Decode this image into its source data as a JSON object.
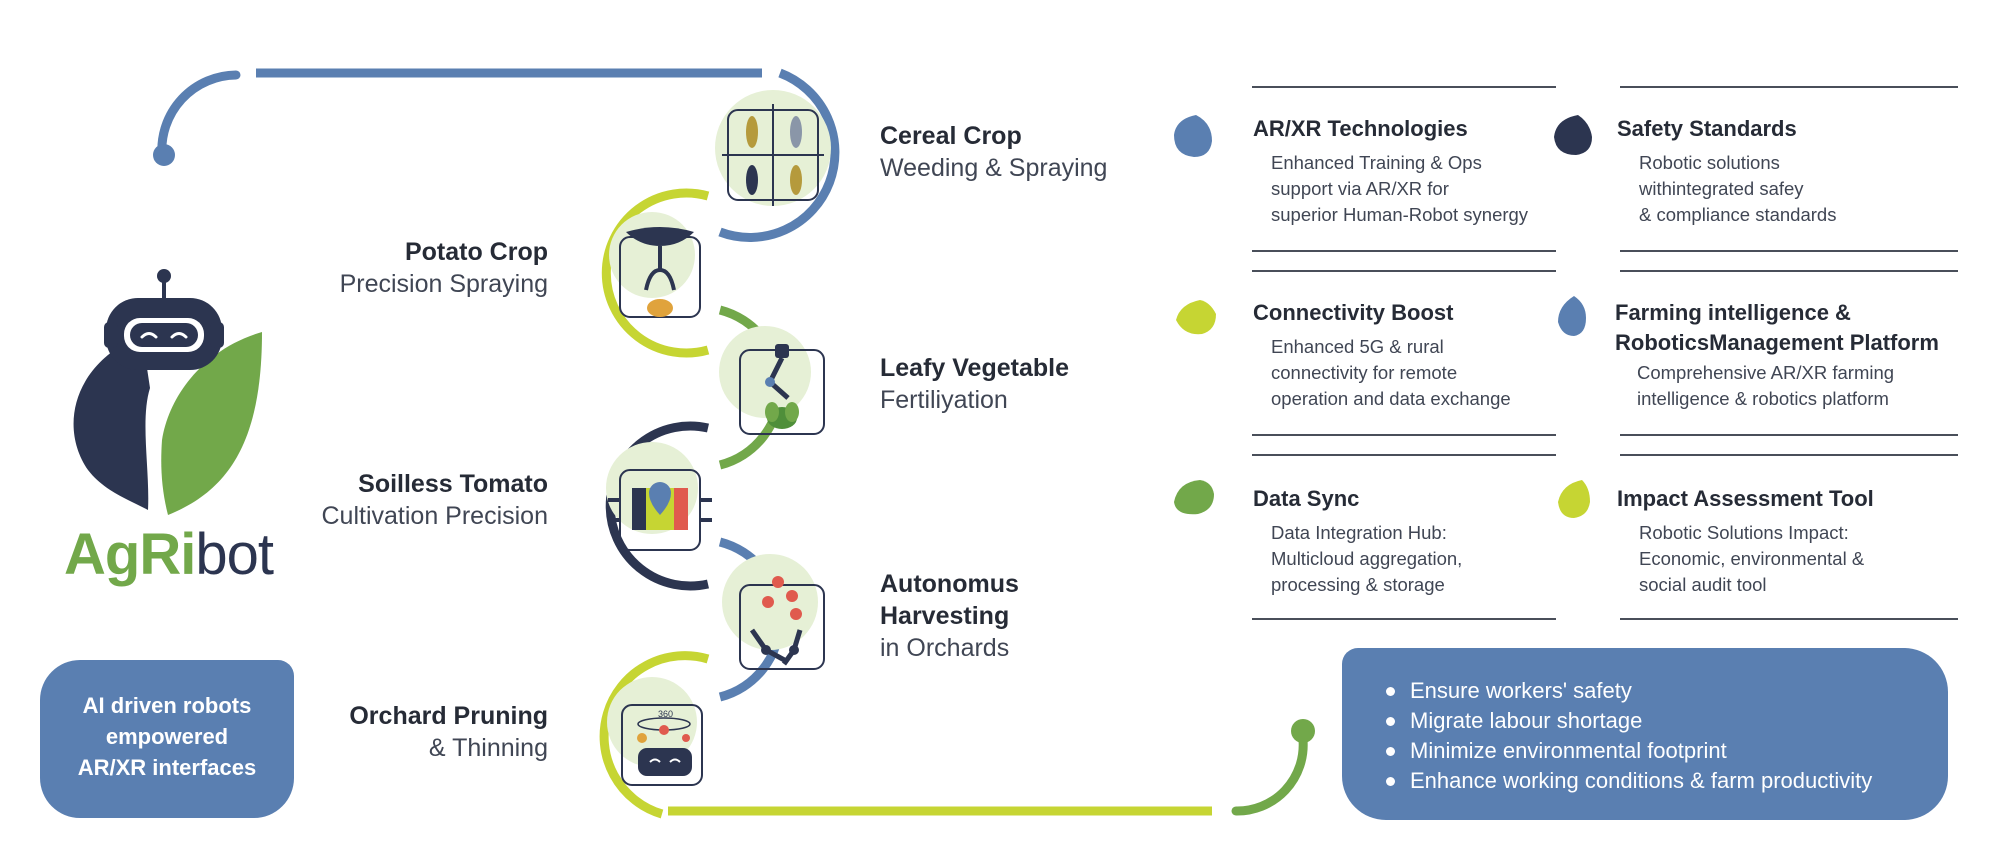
{
  "brand": {
    "part1": "AgRi",
    "part2": "bot"
  },
  "colors": {
    "blue": "#5a7fb1",
    "lime": "#c6d533",
    "green": "#72a84a",
    "navy": "#2c3550",
    "pale_green": "#e6f0d6"
  },
  "crops": [
    {
      "title": "Cereal Crop",
      "subtitle": "Weeding & Spraying",
      "icon": "wheat-quadrant-icon"
    },
    {
      "title": "Potato Crop",
      "subtitle": "Precision Spraying",
      "icon": "potato-robot-arm-icon"
    },
    {
      "title": "Leafy Vegetable",
      "subtitle": "Fertiliyation",
      "icon": "leafy-robot-arm-icon"
    },
    {
      "title": "Soilless Tomato",
      "subtitle": "Cultivation Precision",
      "icon": "map-pin-field-icon"
    },
    {
      "title": "Autonomus",
      "title2": "Harvesting",
      "subtitle": "in Orchards",
      "icon": "harvest-robot-arms-icon"
    },
    {
      "title": "Orchard Pruning",
      "subtitle": "& Thinning",
      "icon": "vr-headset-360-icon",
      "badge_360": "360"
    }
  ],
  "features": [
    {
      "title": "AR/XR Technologies",
      "lines": [
        "Enhanced Training & Ops",
        "support via AR/XR for",
        "superior Human-Robot synergy"
      ]
    },
    {
      "title": "Safety Standards",
      "lines": [
        "Robotic solutions",
        "withintegrated safey",
        "& compliance standards"
      ]
    },
    {
      "title": "Connectivity Boost",
      "lines": [
        "Enhanced 5G & rural",
        "connectivity for remote",
        "operation and data exchange"
      ]
    },
    {
      "title": "Farming intelligence &",
      "title2": "RoboticsManagement Platform",
      "lines": [
        "Comprehensive AR/XR farming",
        "intelligence & robotics platform"
      ]
    },
    {
      "title": "Data Sync",
      "lines": [
        "Data Integration Hub:",
        "Multicloud aggregation,",
        "processing & storage"
      ]
    },
    {
      "title": "Impact Assessment Tool",
      "lines": [
        "Robotic Solutions Impact:",
        "Economic, environmental &",
        "social audit tool"
      ]
    }
  ],
  "left_badge": {
    "lines": [
      "AI driven robots",
      "empowered",
      "AR/XR interfaces"
    ]
  },
  "benefits": [
    "Ensure workers' safety",
    "Migrate labour shortage",
    "Minimize environmental footprint",
    "Enhance working conditions & farm productivity"
  ]
}
